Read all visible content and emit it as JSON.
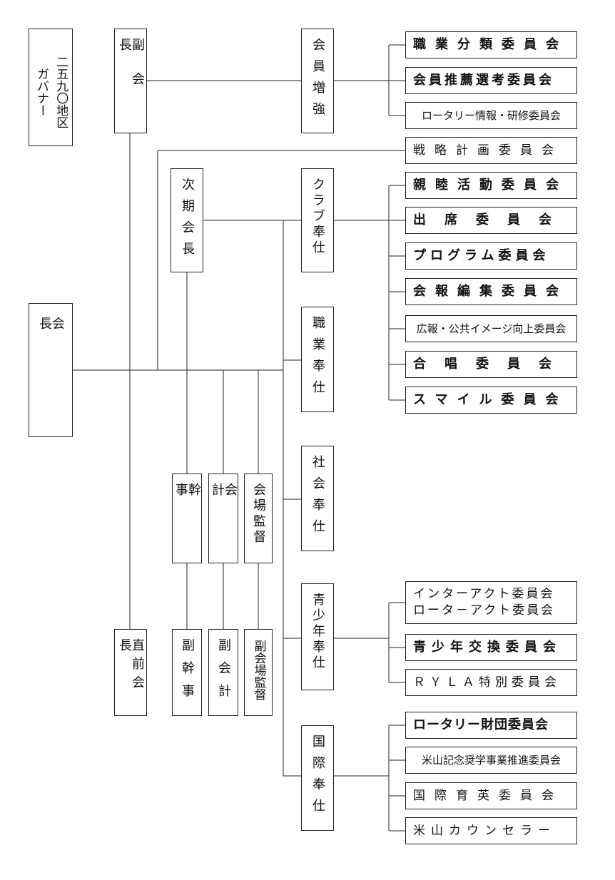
{
  "governor": {
    "col1": "二五九〇地区",
    "col2": "ガバナー"
  },
  "president": "会長",
  "vice_president": "副会長",
  "next_president": "次期会長",
  "immediate_past_president": "直前会長",
  "secretary": "幹事",
  "treasurer": "会計",
  "sergeant_at_arms": "会場監督",
  "vice_secretary": "副幹事",
  "vice_treasurer": "副会計",
  "vice_sergeant_at_arms": "副会場監督",
  "avenues": {
    "membership": "会員増強",
    "club": "クラブ奉仕",
    "vocational": "職業奉仕",
    "community": "社会奉仕",
    "youth": "青少年奉仕",
    "international": "国際奉仕"
  },
  "committees": {
    "classification": "職業分類委員会",
    "membership_nomination": "会員推薦選考委員会",
    "rotary_info": "ロータリー情報・研修委員会",
    "strategic_plan": "戦略計画委員会",
    "fellowship": "親睦活動委員会",
    "attendance": "出席委員会",
    "program": "プログラム委員会",
    "bulletin": "会報編集委員会",
    "public_image": "広報・公共イメージ向上委員会",
    "choir": "合唱委員会",
    "smile": "スマイル委員会",
    "interact": "インターアクト委員会",
    "rotaract": "ロータ－アクト委員会",
    "youth_exchange": "青少年交換委員会",
    "ryla": "ＲＹＬＡ特別委員会",
    "foundation": "ロータリー財団委員会",
    "yoneyama_scholarship": "米山記念奨学事業推進委員会",
    "intl_scholarship": "国際育英委員会",
    "yoneyama_counselor": "米山カウンセラー"
  }
}
